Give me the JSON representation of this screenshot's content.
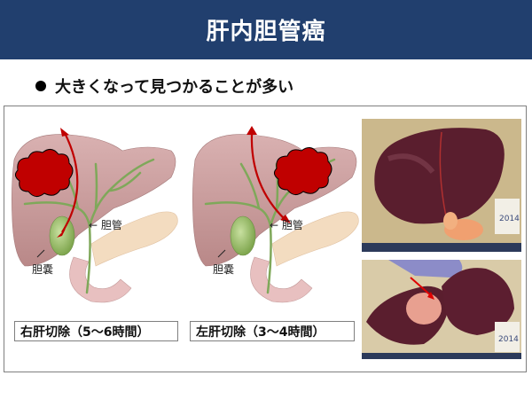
{
  "slide": {
    "title": "肝内胆管癌",
    "bullet": "大きくなって見つかることが多い",
    "diagrams": [
      {
        "id": "right-hepatectomy",
        "annotations": {
          "bile_duct": "← 胆管",
          "gallbladder": "胆嚢"
        },
        "caption": "右肝切除（5〜6時間）",
        "tumor_side": "right-lobe"
      },
      {
        "id": "left-hepatectomy",
        "annotations": {
          "bile_duct": "← 胆管",
          "gallbladder": "胆嚢"
        },
        "caption": "左肝切除（3〜4時間）",
        "tumor_side": "left-lobe"
      }
    ],
    "photos": [
      {
        "id": "resected-liver-specimen-1",
        "label_tag": "2014"
      },
      {
        "id": "resected-liver-specimen-2",
        "label_tag": "2014"
      }
    ],
    "colors": {
      "title_bg": "#213f6e",
      "liver": "#c99a9a",
      "tumor": "#c00000",
      "arrow": "#c00000",
      "bile_duct": "#7fa85a",
      "pancreas": "#f3dcc0"
    }
  }
}
